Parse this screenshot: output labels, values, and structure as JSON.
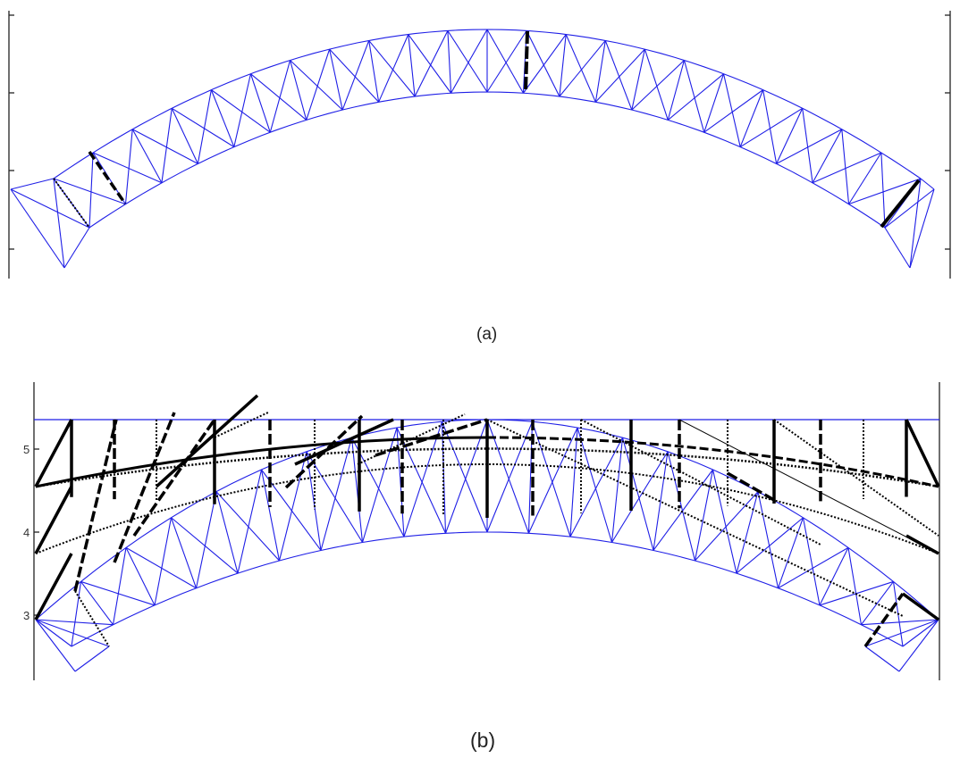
{
  "captions": {
    "a": "(a)",
    "b": "(b)"
  },
  "panel_b": {
    "y_ticks": [
      "5",
      "4",
      "3"
    ]
  },
  "colors": {
    "truss": "#1f1fe6",
    "members": "#000000",
    "axis": "#222222"
  }
}
